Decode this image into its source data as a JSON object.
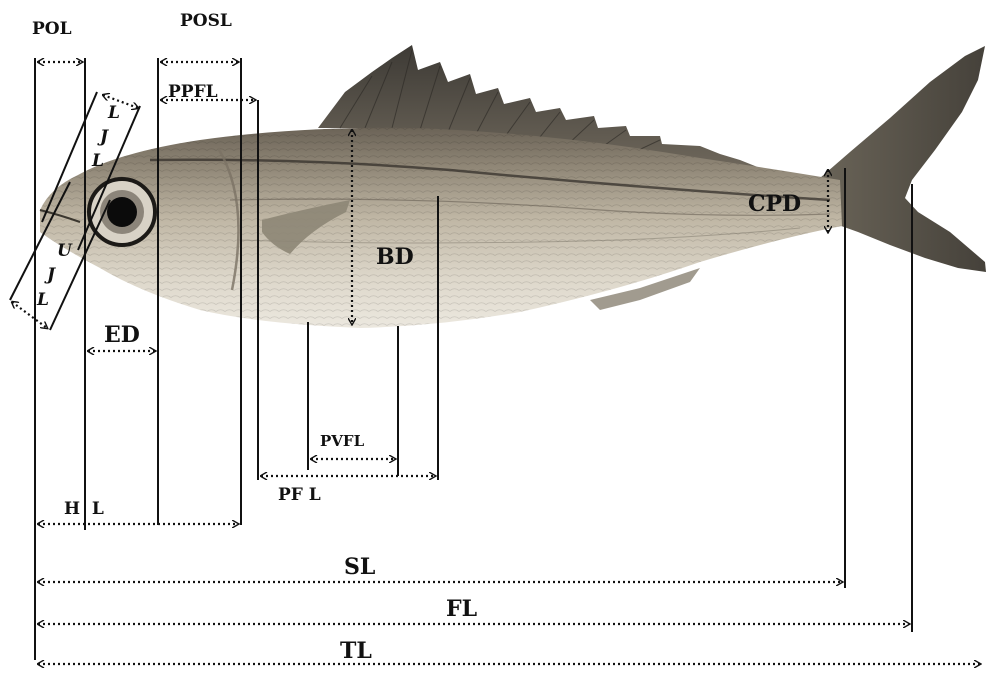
{
  "diagram": {
    "subject": "fish-morphometric-measurements",
    "colors": {
      "line": "#111111",
      "body_light": "#e7e2d6",
      "body_mid": "#b8ae9b",
      "body_dark": "#5f584d",
      "fin": "#4a463f",
      "eye_ring": "#cfc9bd",
      "pupil": "#0b0b0b"
    },
    "labels": {
      "pol": "POL",
      "posl": "POSL",
      "ppfl": "PPFL",
      "ljl": [
        "L",
        "J",
        "L"
      ],
      "ujl": [
        "U",
        "J",
        "L"
      ],
      "ed": "ED",
      "bd": "BD",
      "cpd": "CPD",
      "pvfl": "PVFL",
      "pfl": "PF L",
      "hl": "H  L",
      "sl": "SL",
      "fl": "FL",
      "tl": "TL"
    }
  }
}
